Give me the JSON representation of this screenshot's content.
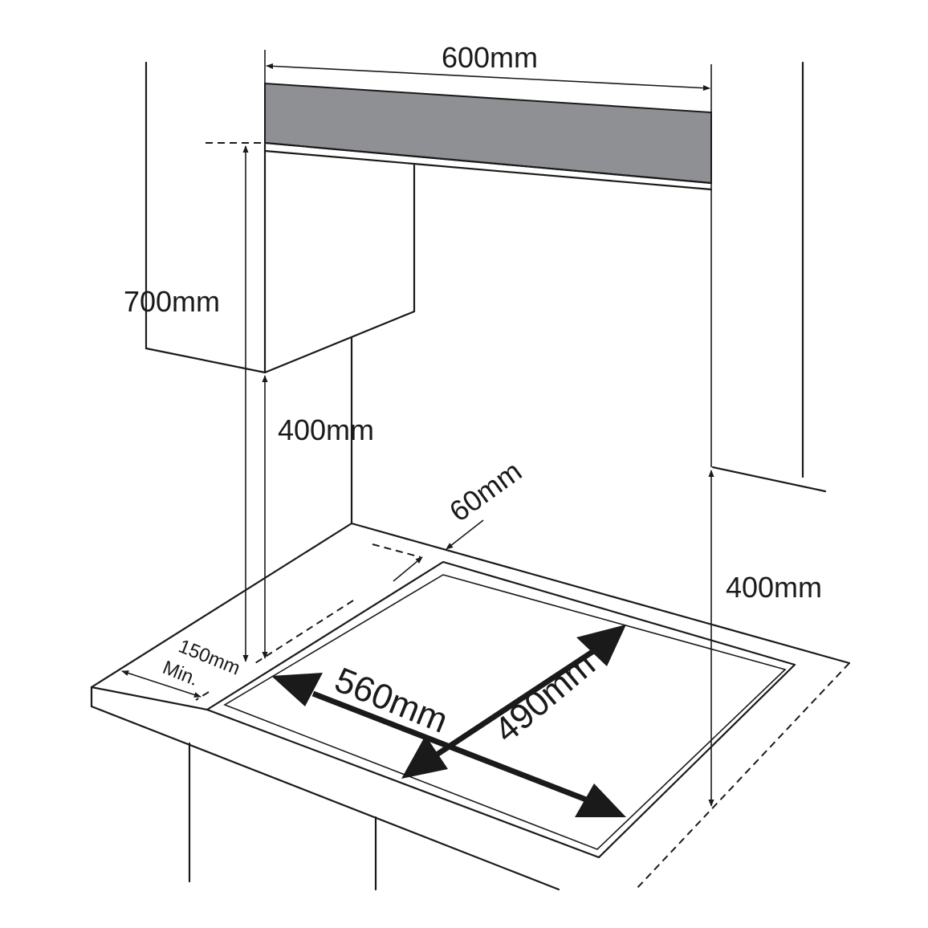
{
  "dimensions": {
    "hood_width": "600mm",
    "cabinet_height": "700mm",
    "left_clearance_height": "400mm",
    "right_clearance_height": "400mm",
    "rear_margin": "60mm",
    "side_margin_value": "150mm",
    "side_margin_qualifier": "Min.",
    "cutout_width": "560mm",
    "cutout_depth": "490mm"
  },
  "colors": {
    "line": "#1a1a1a",
    "hood_fill": "#8f9093"
  }
}
